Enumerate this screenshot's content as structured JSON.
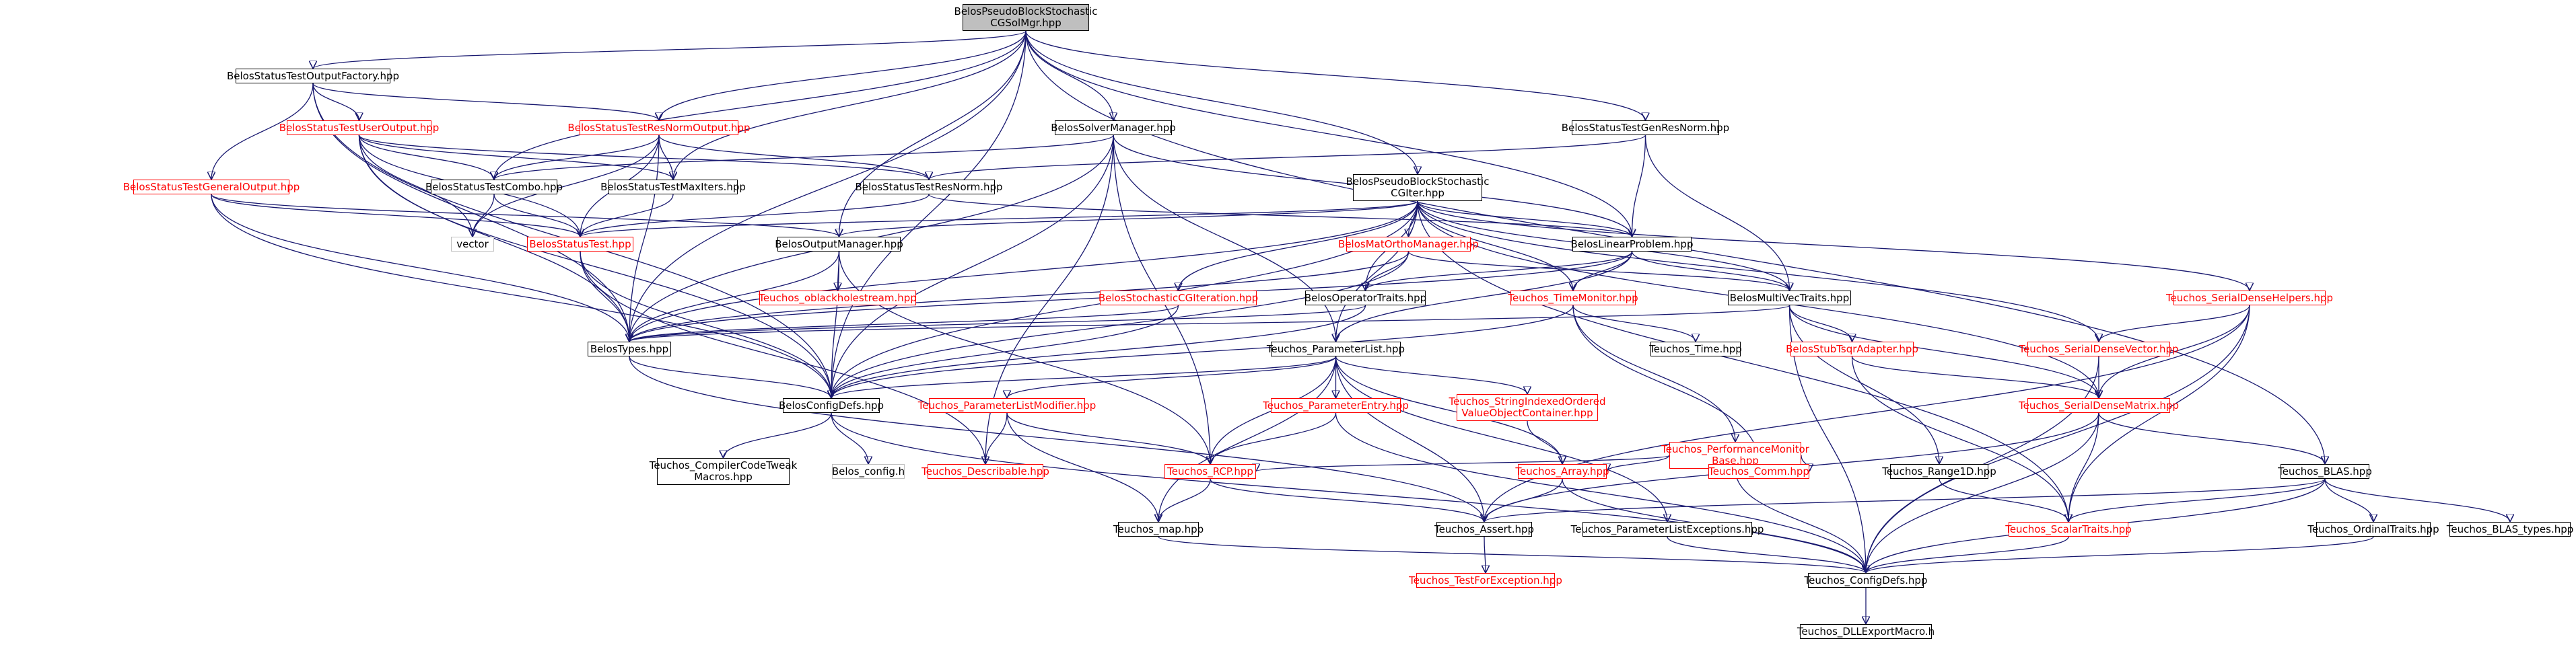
{
  "nodes": {
    "root": "BelosPseudoBlockStochastic\nCGSolMgr.hpp",
    "status_test_output_factory": "BelosStatusTestOutputFactory.hpp",
    "status_test_user_output": "BelosStatusTestUserOutput.hpp",
    "status_test_resnorm_output": "BelosStatusTestResNormOutput.hpp",
    "solver_manager": "BelosSolverManager.hpp",
    "status_test_genresnorm": "BelosStatusTestGenResNorm.hpp",
    "status_test_general_output": "BelosStatusTestGeneralOutput.hpp",
    "status_test_combo": "BelosStatusTestCombo.hpp",
    "status_test_maxiters": "BelosStatusTestMaxIters.hpp",
    "status_test_resnorm": "BelosStatusTestResNorm.hpp",
    "pseudo_block_stochastic_cgiter": "BelosPseudoBlockStochastic\nCGIter.hpp",
    "vector": "vector",
    "status_test": "BelosStatusTest.hpp",
    "output_manager": "BelosOutputManager.hpp",
    "linear_problem": "BelosLinearProblem.hpp",
    "mat_ortho_manager": "BelosMatOrthoManager.hpp",
    "serial_dense_helpers": "Teuchos_SerialDenseHelpers.hpp",
    "oblackholestream": "Teuchos_oblackholestream.hpp",
    "stochastic_cg_iteration": "BelosStochasticCGIteration.hpp",
    "operator_traits": "BelosOperatorTraits.hpp",
    "time_monitor": "Teuchos_TimeMonitor.hpp",
    "multi_vec_traits": "BelosMultiVecTraits.hpp",
    "serial_dense_vector": "Teuchos_SerialDenseVector.hpp",
    "types": "BelosTypes.hpp",
    "parameter_list": "Teuchos_ParameterList.hpp",
    "time": "Teuchos_Time.hpp",
    "stub_tsqr_adapter": "BelosStubTsqrAdapter.hpp",
    "config_defs": "BelosConfigDefs.hpp",
    "parameter_list_modifier": "Teuchos_ParameterListModifier.hpp",
    "parameter_entry": "Teuchos_ParameterEntry.hpp",
    "string_indexed_ordered": "Teuchos_StringIndexedOrdered\nValueObjectContainer.hpp",
    "performance_monitor_base": "Teuchos_PerformanceMonitor\nBase.hpp",
    "serial_dense_matrix": "Teuchos_SerialDenseMatrix.hpp",
    "compiler_code_tweak": "Teuchos_CompilerCodeTweak\nMacros.hpp",
    "belos_config": "Belos_config.h",
    "describable": "Teuchos_Describable.hpp",
    "rcp": "Teuchos_RCP.hpp",
    "array": "Teuchos_Array.hpp",
    "comm": "Teuchos_Comm.hpp",
    "range1d": "Teuchos_Range1D.hpp",
    "blas": "Teuchos_BLAS.hpp",
    "map": "Teuchos_map.hpp",
    "assert": "Teuchos_Assert.hpp",
    "parameter_list_exceptions": "Teuchos_ParameterListExceptions.hpp",
    "scalar_traits": "Teuchos_ScalarTraits.hpp",
    "ordinal_traits": "Teuchos_OrdinalTraits.hpp",
    "blas_types": "Teuchos_BLAS_types.hpp",
    "teuchos_config_defs": "Teuchos_ConfigDefs.hpp",
    "test_for_exception": "Teuchos_TestForException.hpp",
    "dll_export_macro": "Teuchos_DLLExportMacro.h"
  },
  "colors": {
    "edge": "#191970",
    "normal_border": "#000000",
    "incomplete_border": "#ff0000",
    "external_border": "#bfbfbf",
    "root_fill": "#bfbfbf"
  }
}
